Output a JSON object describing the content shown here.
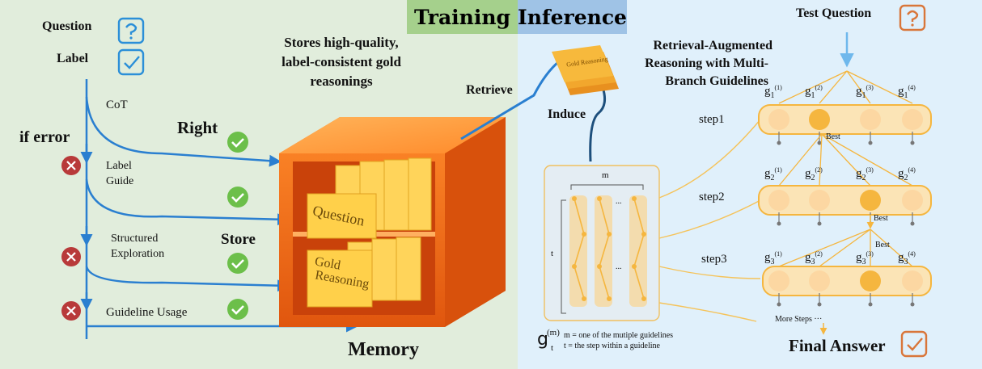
{
  "training": {
    "title": "Training",
    "question_label": "Question",
    "label_label": "Label",
    "if_error": "if error",
    "cot": "CoT",
    "label_guide_1": "Label",
    "label_guide_2": "Guide",
    "structured_1": "Structured",
    "structured_2": "Exploration",
    "guideline_usage": "Guideline Usage",
    "right": "Right",
    "store": "Store",
    "stores_desc_1": "Stores high-quality,",
    "stores_desc_2": "label-consistent gold",
    "stores_desc_3": "reasonings",
    "memory": "Memory",
    "box_question": "Question",
    "box_gold_1": "Gold",
    "box_gold_2": "Reasoning",
    "retrieve": "Retrieve"
  },
  "inference": {
    "title": "Inference",
    "test_question": "Test Question",
    "rag_1": "Retrieval-Augmented",
    "rag_2": "Reasoning with Multi-",
    "rag_3": "Branch Guidelines",
    "induce": "Induce",
    "card_text": "Gold Reasoning",
    "m_label": "m",
    "t_label": "t",
    "dots": "...",
    "legend_m": "m = one of the mutiple guidelines",
    "legend_t": "t = the step within a guideline",
    "g_base": "g",
    "g_sup": "(m)",
    "g_sub": "t",
    "step1": "step1",
    "step2": "step2",
    "step3": "step3",
    "best": "Best",
    "more_steps": "More Steps",
    "more_dots": "···",
    "final_answer": "Final Answer",
    "row1_labels": [
      {
        "sub": "1",
        "sup": "(1)"
      },
      {
        "sub": "1",
        "sup": "(2)"
      },
      {
        "sub": "1",
        "sup": "(3)"
      },
      {
        "sub": "1",
        "sup": "(4)"
      }
    ],
    "row2_labels": [
      {
        "sub": "2",
        "sup": "(1)"
      },
      {
        "sub": "2",
        "sup": "(2)"
      },
      {
        "sub": "2",
        "sup": "(3)"
      },
      {
        "sub": "2",
        "sup": "(4)"
      }
    ],
    "row3_labels": [
      {
        "sub": "3",
        "sup": "(1)"
      },
      {
        "sub": "3",
        "sup": "(2)"
      },
      {
        "sub": "3",
        "sup": "(3)"
      },
      {
        "sub": "3",
        "sup": "(4)"
      }
    ]
  },
  "colors": {
    "arrow_blue": "#2a7fd0",
    "error_red": "#b83a3a",
    "check_green": "#6cbf4a",
    "node_orange": "#f5b63f",
    "node_light": "#fde2b0",
    "box_orange": "#f07a1a",
    "icon_orange": "#d9763a",
    "icon_blue": "#2b8fd8"
  }
}
